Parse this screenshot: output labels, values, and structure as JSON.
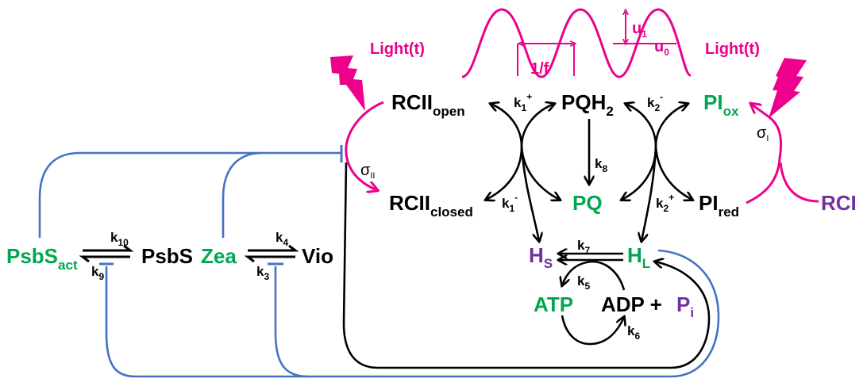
{
  "colors": {
    "species_default": "#000000",
    "species_green": "#00a651",
    "species_purple": "#7030a0",
    "light": "#ec008c",
    "inhibition": "#4472c4",
    "reaction": "#000000"
  },
  "light_input": {
    "left_label": "Light(t)",
    "right_label": "Light(t)",
    "period_label": "1/f",
    "amplitude_label": "u",
    "amplitude_sub": "1",
    "offset_label": "u",
    "offset_sub": "0",
    "left_icon": "lightning-bolt-icon",
    "right_icon": "lightning-bolt-icon"
  },
  "species": {
    "rcii_open": {
      "main": "RCII",
      "sub": "open"
    },
    "rcii_closed": {
      "main": "RCII",
      "sub": "closed"
    },
    "pqh2": {
      "main": "PQH",
      "sub": "2"
    },
    "pq": {
      "main": "PQ"
    },
    "pi_ox": {
      "main": "PI",
      "sub": "ox"
    },
    "pi_red": {
      "main": "PI",
      "sub": "red"
    },
    "rci": {
      "main": "RCI"
    },
    "h_s": {
      "main": "H",
      "sub": "S"
    },
    "h_l": {
      "main": "H",
      "sub": "L"
    },
    "atp": {
      "main": "ATP"
    },
    "adp": {
      "main": "ADP + "
    },
    "p_i": {
      "main": "P",
      "sub": "i"
    },
    "psbs_act": {
      "main": "PsbS",
      "sub": "act"
    },
    "psbs": {
      "main": "PsbS"
    },
    "zea": {
      "main": "Zea"
    },
    "vio": {
      "main": "Vio"
    }
  },
  "rates": {
    "k1_plus": {
      "k": "k",
      "sub": "1",
      "sup": "+"
    },
    "k1_minus": {
      "k": "k",
      "sub": "1",
      "sup": "-"
    },
    "k2_minus": {
      "k": "k",
      "sub": "2",
      "sup": "-"
    },
    "k2_plus": {
      "k": "k",
      "sub": "2",
      "sup": "+"
    },
    "k3": {
      "k": "k",
      "sub": "3"
    },
    "k4": {
      "k": "k",
      "sub": "4"
    },
    "k5": {
      "k": "k",
      "sub": "5"
    },
    "k6": {
      "k": "k",
      "sub": "6"
    },
    "k7": {
      "k": "k",
      "sub": "7"
    },
    "k8": {
      "k": "k",
      "sub": "8"
    },
    "k9": {
      "k": "k",
      "sub": "9"
    },
    "k10": {
      "k": "k",
      "sub": "10"
    }
  },
  "cross_sections": {
    "sigma_ii": {
      "symbol": "σ",
      "sub": "II"
    },
    "sigma_i": {
      "symbol": "σ",
      "sub": "I"
    }
  }
}
